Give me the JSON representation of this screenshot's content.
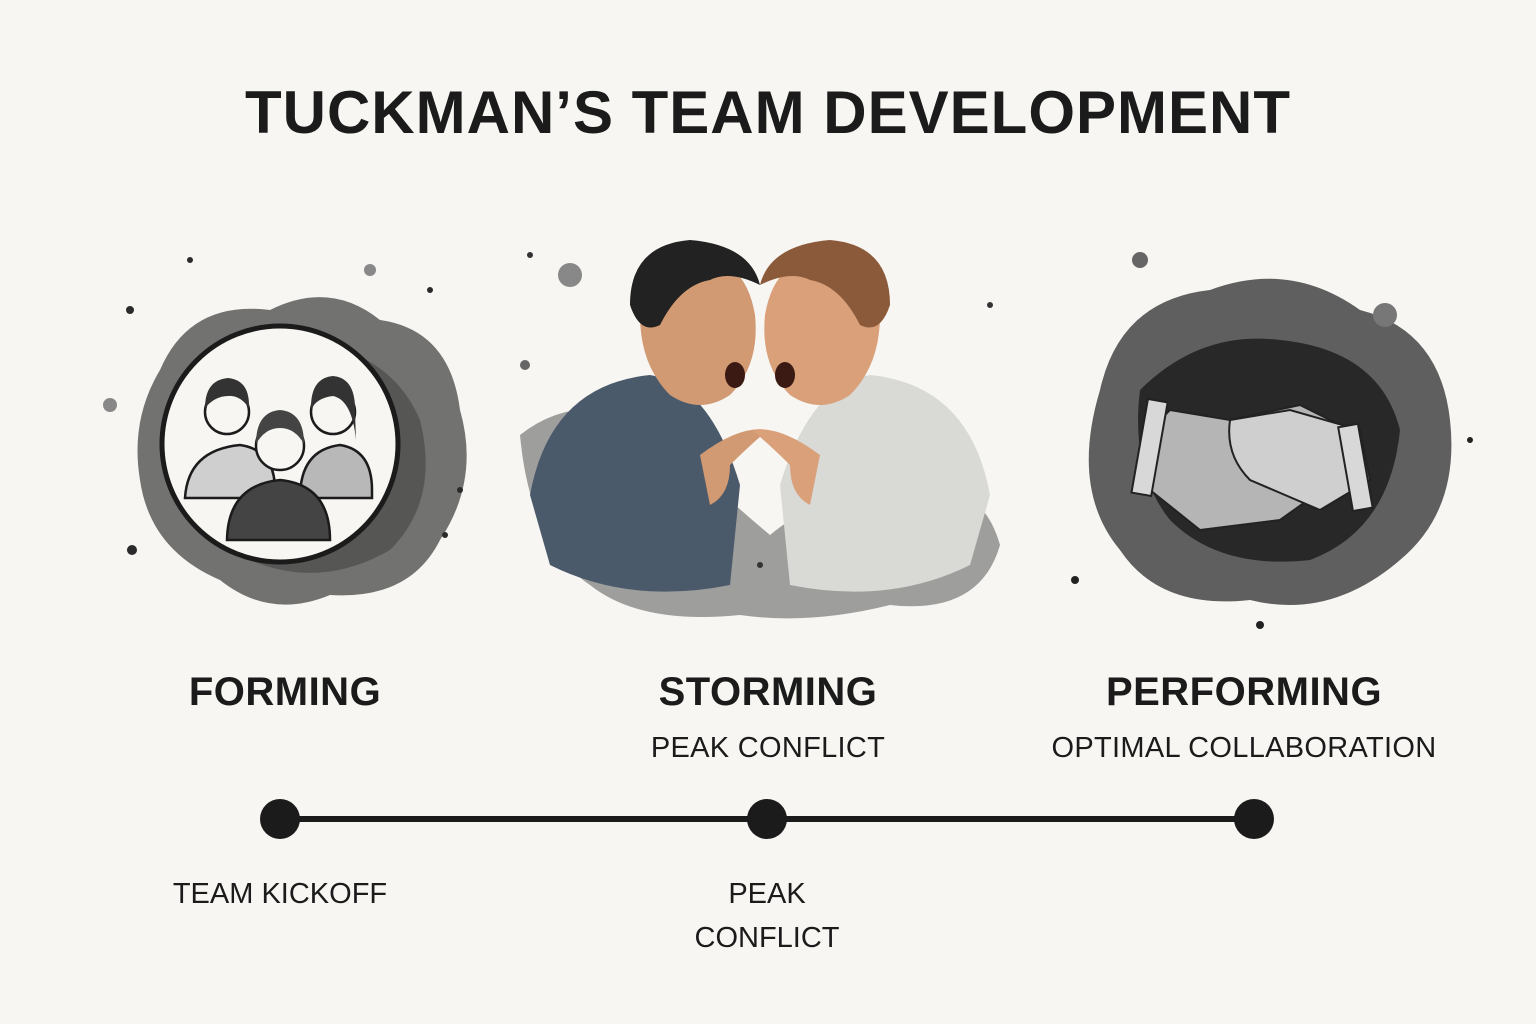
{
  "title": "TUCKMAN’S TEAM DEVELOPMENT",
  "stages": [
    {
      "name": "FORMING",
      "subtitle": "",
      "illustration": "team-group-icon",
      "milestone": "TEAM KICKOFF"
    },
    {
      "name": "STORMING",
      "subtitle": "PEAK CONFLICT",
      "illustration": "arguing-men-illustration",
      "milestone_line1": "PEAK",
      "milestone_line2": "CONFLICT"
    },
    {
      "name": "PERFORMING",
      "subtitle": "OPTIMAL COLLABORATION",
      "illustration": "handshake-illustration",
      "milestone": ""
    }
  ],
  "colors": {
    "background": "#f7f6f2",
    "ink": "#1b1b1b",
    "wash": "#4a4a4a"
  }
}
